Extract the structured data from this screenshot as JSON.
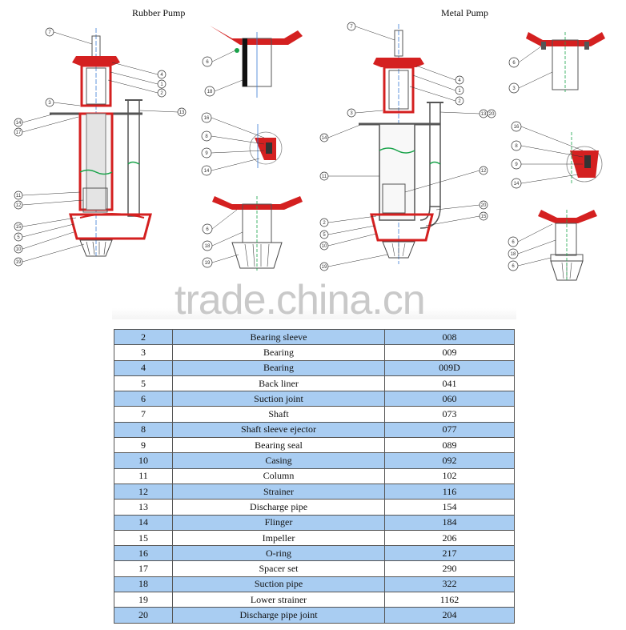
{
  "diagrams": {
    "rubber_title": "Rubber Pump",
    "metal_title": "Metal Pump",
    "rubber_callouts": [
      "7",
      "4",
      "1",
      "2",
      "3",
      "13",
      "14",
      "17",
      "11",
      "12",
      "15",
      "5",
      "10",
      "19"
    ],
    "rubber_detail_callouts": [
      "6",
      "18",
      "16",
      "8",
      "9",
      "14",
      "6",
      "18",
      "19"
    ],
    "metal_callouts": [
      "7",
      "4",
      "1",
      "2",
      "3",
      "13",
      "20",
      "14",
      "11",
      "12",
      "2",
      "5",
      "10",
      "20",
      "15",
      "19"
    ],
    "metal_detail_callouts": [
      "6",
      "3",
      "16",
      "8",
      "9",
      "14",
      "6",
      "18",
      "6"
    ]
  },
  "watermark": "trade.china.cn",
  "colors": {
    "row_highlight": "#a9cdf2",
    "pump_red": "#d42020",
    "pump_green": "#19a34a",
    "shaft_blue": "#3a7bd5"
  },
  "parts_table": {
    "rows": [
      {
        "no": "2",
        "name": "Bearing sleeve",
        "code": "008"
      },
      {
        "no": "3",
        "name": "Bearing",
        "code": "009"
      },
      {
        "no": "4",
        "name": "Bearing",
        "code": "009D"
      },
      {
        "no": "5",
        "name": "Back liner",
        "code": "041"
      },
      {
        "no": "6",
        "name": "Suction joint",
        "code": "060"
      },
      {
        "no": "7",
        "name": "Shaft",
        "code": "073"
      },
      {
        "no": "8",
        "name": "Shaft sleeve ejector",
        "code": "077"
      },
      {
        "no": "9",
        "name": "Bearing seal",
        "code": "089"
      },
      {
        "no": "10",
        "name": "Casing",
        "code": "092"
      },
      {
        "no": "11",
        "name": "Column",
        "code": "102"
      },
      {
        "no": "12",
        "name": "Strainer",
        "code": "116"
      },
      {
        "no": "13",
        "name": "Discharge pipe",
        "code": "154"
      },
      {
        "no": "14",
        "name": "Flinger",
        "code": "184"
      },
      {
        "no": "15",
        "name": "Impeller",
        "code": "206"
      },
      {
        "no": "16",
        "name": "O-ring",
        "code": "217"
      },
      {
        "no": "17",
        "name": "Spacer set",
        "code": "290"
      },
      {
        "no": "18",
        "name": "Suction pipe",
        "code": "322"
      },
      {
        "no": "19",
        "name": "Lower strainer",
        "code": "1162"
      },
      {
        "no": "20",
        "name": "Discharge pipe joint",
        "code": "204"
      }
    ]
  }
}
